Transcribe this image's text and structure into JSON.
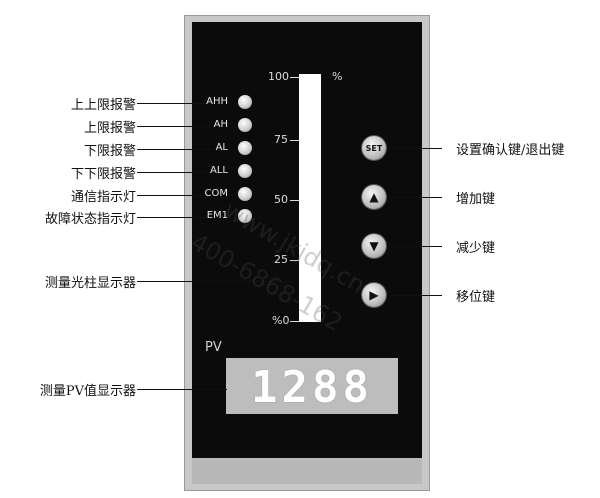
{
  "indicators": [
    {
      "code": "AHH",
      "callout": "上上限报警"
    },
    {
      "code": "AH",
      "callout": "上限报警"
    },
    {
      "code": "AL",
      "callout": "下限报警"
    },
    {
      "code": "ALL",
      "callout": "下下限报警"
    },
    {
      "code": "COM",
      "callout": "通信指示灯"
    },
    {
      "code": "EM1",
      "callout": "故障状态指示灯"
    }
  ],
  "bargraph": {
    "callout": "测量光柱显示器",
    "unit": "%",
    "scale_top": "100",
    "labels": [
      "100",
      "75",
      "50",
      "25",
      "%0"
    ]
  },
  "pv": {
    "label": "PV",
    "value": "1288",
    "callout": "测量PV值显示器"
  },
  "buttons": [
    {
      "label": "SET",
      "callout": "设置确认键/退出键",
      "icon": "set-button"
    },
    {
      "label": "▲",
      "callout": "增加键",
      "icon": "up-arrow-icon"
    },
    {
      "label": "▼",
      "callout": "减少键",
      "icon": "down-arrow-icon"
    },
    {
      "label": "▶",
      "callout": "移位键",
      "icon": "shift-arrow-icon"
    }
  ],
  "watermark": {
    "phone": "400-6868-162",
    "site": "www.jkjdq.cn"
  }
}
